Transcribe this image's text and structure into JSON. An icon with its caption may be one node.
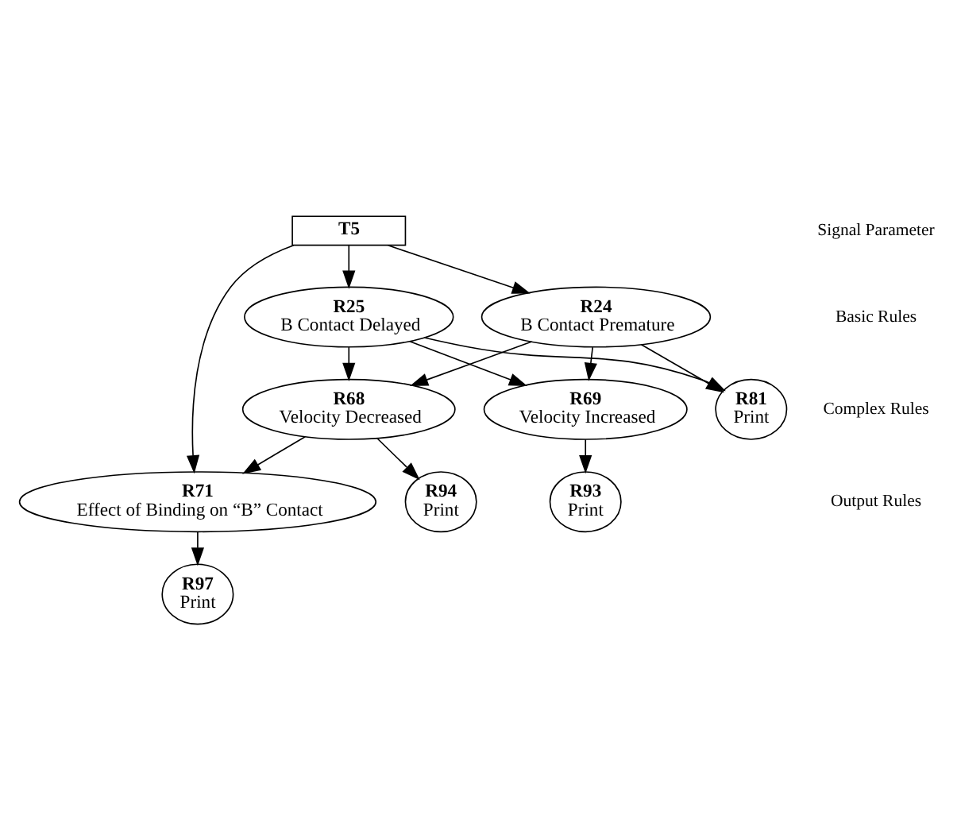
{
  "diagram": {
    "nodes": [
      {
        "text": [
          "T5"
        ]
      },
      {
        "text": [
          "R24",
          "B Contact Premature"
        ]
      },
      {
        "text": [
          "R25",
          "B Contact Delayed"
        ]
      },
      {
        "text": [
          "R69",
          "Velocity Increased"
        ]
      },
      {
        "text": [
          "R68",
          "Velocity Decreased"
        ]
      },
      {
        "text": [
          "R71",
          "Effect of Binding on “B” Contact"
        ]
      },
      {
        "text": [
          "R93",
          "Print"
        ]
      },
      {
        "text": [
          "R94",
          "Print"
        ]
      },
      {
        "text": [
          "R97",
          "Print"
        ]
      },
      {
        "text": [
          "R81",
          "Print"
        ]
      }
    ],
    "edges": [
      {
        "from": 0,
        "to": 1,
        "arrow": "to"
      },
      {
        "from": 0,
        "to": 2,
        "arrow": "to"
      },
      {
        "from": 0,
        "to": 5,
        "arrow": "to"
      },
      {
        "from": 1,
        "to": 3,
        "arrow": "to"
      },
      {
        "from": 1,
        "to": 4,
        "arrow": "to"
      },
      {
        "from": 2,
        "to": 3,
        "arrow": "to"
      },
      {
        "from": 2,
        "to": 4,
        "arrow": "to"
      },
      {
        "from": 1,
        "to": 9,
        "arrow": "to"
      },
      {
        "from": 2,
        "to": 9,
        "arrow": "to"
      },
      {
        "from": 4,
        "to": 5,
        "arrow": "to"
      },
      {
        "from": 3,
        "to": 6,
        "arrow": "to"
      },
      {
        "from": 4,
        "to": 7,
        "arrow": "to"
      },
      {
        "from": 5,
        "to": 8,
        "arrow": "to"
      }
    ],
    "labels": [
      "Signal Parameter",
      "Basic Rules",
      "Complex Rules",
      "Output Rules"
    ]
  }
}
